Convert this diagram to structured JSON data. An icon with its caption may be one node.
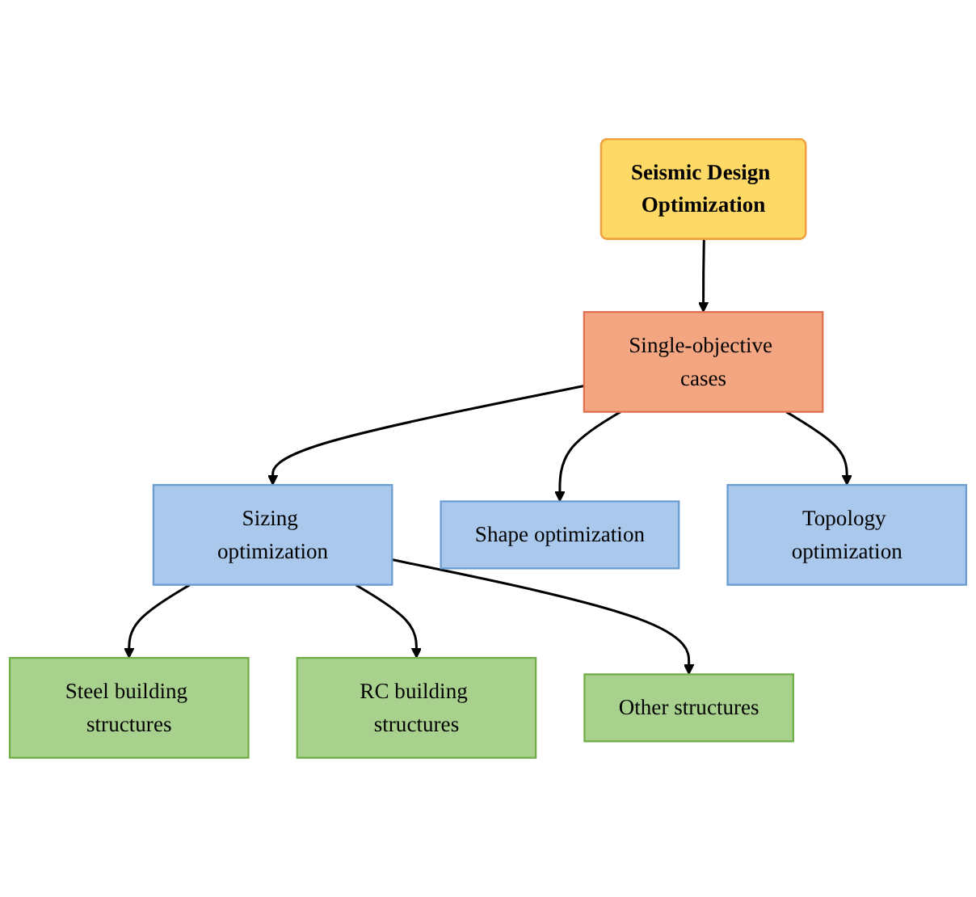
{
  "diagram": {
    "nodes": [
      {
        "text": [
          "Seismic Design Optimization"
        ]
      },
      {
        "text": [
          "Single-objective cases"
        ]
      },
      {
        "text": [
          "Sizing optimization"
        ]
      },
      {
        "text": [
          "Shape optimization"
        ]
      },
      {
        "text": [
          "Topology optimization"
        ]
      },
      {
        "text": [
          "Steel building structures"
        ]
      },
      {
        "text": [
          "RC building structures"
        ]
      },
      {
        "text": [
          "Other structures"
        ]
      }
    ],
    "edges": [
      {
        "from": 0,
        "to": 1,
        "arrow": "to"
      },
      {
        "from": 1,
        "to": 2,
        "arrow": "to"
      },
      {
        "from": 1,
        "to": 3,
        "arrow": "to"
      },
      {
        "from": 1,
        "to": 4,
        "arrow": "to"
      },
      {
        "from": 2,
        "to": 5,
        "arrow": "to"
      },
      {
        "from": 2,
        "to": 6,
        "arrow": "to"
      },
      {
        "from": 2,
        "to": 7,
        "arrow": "to"
      }
    ]
  }
}
